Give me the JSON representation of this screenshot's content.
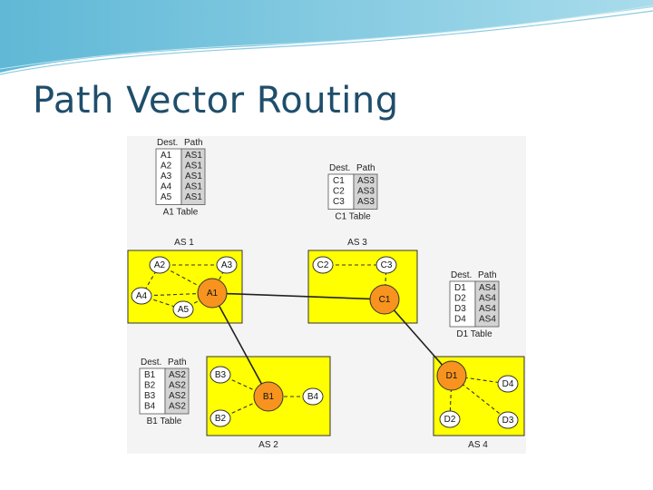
{
  "slide": {
    "title": "Path Vector Routing"
  },
  "colors": {
    "as_fill": "#ffff00",
    "router_gateway": "#f7931e",
    "router_internal": "#ffffff",
    "title": "#1f4e6b",
    "table_shade": "#d3d3d3"
  },
  "autonomous_systems": [
    {
      "id": "AS1",
      "label": "AS 1"
    },
    {
      "id": "AS2",
      "label": "AS 2"
    },
    {
      "id": "AS3",
      "label": "AS 3"
    },
    {
      "id": "AS4",
      "label": "AS 4"
    }
  ],
  "routers": {
    "A1": "A1",
    "A2": "A2",
    "A3": "A3",
    "A4": "A4",
    "A5": "A5",
    "B1": "B1",
    "B2": "B2",
    "B3": "B3",
    "B4": "B4",
    "C1": "C1",
    "C2": "C2",
    "C3": "C3",
    "D1": "D1",
    "D2": "D2",
    "D3": "D3",
    "D4": "D4"
  },
  "tables": {
    "a1": {
      "caption": "A1 Table",
      "headers": [
        "Dest.",
        "Path"
      ],
      "rows": [
        [
          "A1",
          "AS1"
        ],
        [
          "A2",
          "AS1"
        ],
        [
          "A3",
          "AS1"
        ],
        [
          "A4",
          "AS1"
        ],
        [
          "A5",
          "AS1"
        ]
      ]
    },
    "c1": {
      "caption": "C1 Table",
      "headers": [
        "Dest.",
        "Path"
      ],
      "rows": [
        [
          "C1",
          "AS3"
        ],
        [
          "C2",
          "AS3"
        ],
        [
          "C3",
          "AS3"
        ]
      ]
    },
    "d1": {
      "caption": "D1 Table",
      "headers": [
        "Dest.",
        "Path"
      ],
      "rows": [
        [
          "D1",
          "AS4"
        ],
        [
          "D2",
          "AS4"
        ],
        [
          "D3",
          "AS4"
        ],
        [
          "D4",
          "AS4"
        ]
      ]
    },
    "b1": {
      "caption": "B1 Table",
      "headers": [
        "Dest.",
        "Path"
      ],
      "rows": [
        [
          "B1",
          "AS2"
        ],
        [
          "B2",
          "AS2"
        ],
        [
          "B3",
          "AS2"
        ],
        [
          "B4",
          "AS2"
        ]
      ]
    }
  }
}
